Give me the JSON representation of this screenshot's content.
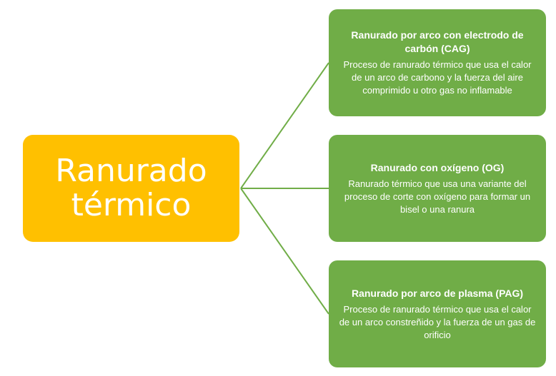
{
  "colors": {
    "root_fill": "#ffc000",
    "child_fill": "#70ad47",
    "connector": "#70ad47",
    "text": "#ffffff"
  },
  "root": {
    "title": "Ranurado térmico"
  },
  "children": [
    {
      "title": "Ranurado por arco con electrodo de carbón (CAG)",
      "description": "Proceso de ranurado térmico que usa el calor de un arco de carbono y la fuerza del aire comprimido u otro gas no inflamable"
    },
    {
      "title": "Ranurado con oxígeno (OG)",
      "description": "Ranurado térmico que usa una variante del proceso de corte con oxígeno para formar un bisel o una ranura"
    },
    {
      "title": "Ranurado por arco de plasma (PAG)",
      "description": "Proceso de ranurado térmico que usa el calor de un arco constreñido y la fuerza de un gas de orificio"
    }
  ]
}
